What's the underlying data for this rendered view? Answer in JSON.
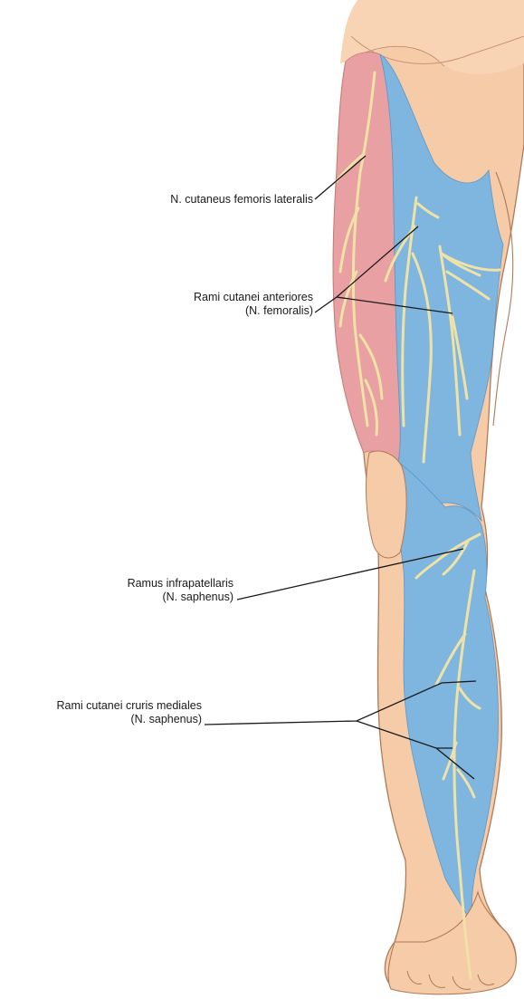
{
  "labels": {
    "cutaneus_femoris_lateralis": [
      "N. cutaneus femoris lateralis"
    ],
    "rami_cutanei_anteriores": [
      "Rami cutanei anteriores",
      "(N. femoralis)"
    ],
    "ramus_infrapatellaris": [
      "Ramus infrapatellaris",
      "(N. saphenus)"
    ],
    "rami_cutanei_cruris_mediales": [
      "Rami cutanei cruris mediales",
      "(N. saphenus)"
    ]
  },
  "colors": {
    "skin": "#f6cba7",
    "skin_outline": "#b07a5a",
    "lateral_femoral_zone": "#e8a0a2",
    "femoral_saphenous_zone": "#7fb6df",
    "nerve": "#efe2a6",
    "leader_line": "#1a1a1a"
  }
}
